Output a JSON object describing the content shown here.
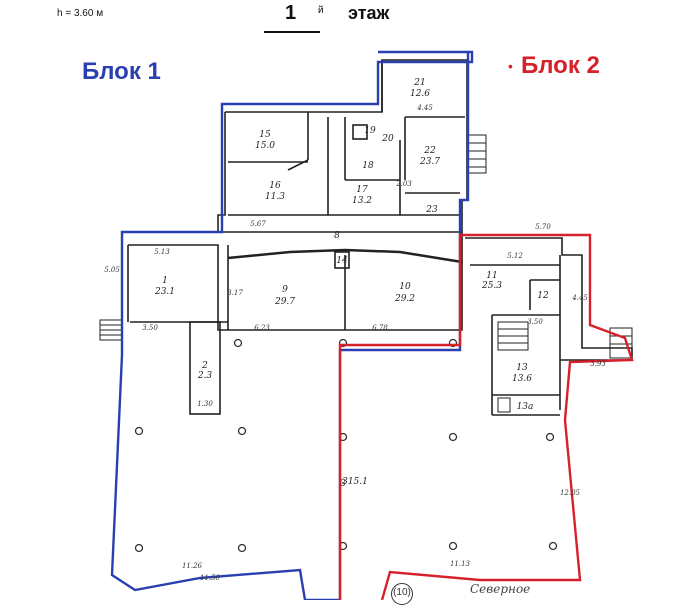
{
  "header": {
    "height_note": "h = 3.60 м",
    "floor_number": "1",
    "floor_suffix": "й",
    "floor_word": "этаж"
  },
  "blocks": {
    "block1": {
      "label": "Блок 1",
      "color": "#2a3fb0"
    },
    "block2": {
      "label": "Блок 2",
      "color": "#d6212b"
    }
  },
  "rooms": [
    {
      "id": "r21",
      "number": "21",
      "area": "12.6"
    },
    {
      "id": "r15",
      "number": "15",
      "area": "15.0"
    },
    {
      "id": "r22",
      "number": "22",
      "area": "23.7"
    },
    {
      "id": "r16",
      "number": "16",
      "area": "11.3"
    },
    {
      "id": "r17",
      "number": "17",
      "area": "13.2"
    },
    {
      "id": "r18",
      "number": "18",
      "area": ""
    },
    {
      "id": "r19",
      "number": "19",
      "area": ""
    },
    {
      "id": "r20",
      "number": "20",
      "area": ""
    },
    {
      "id": "r23",
      "number": "23",
      "area": ""
    },
    {
      "id": "r8",
      "number": "8",
      "area": ""
    },
    {
      "id": "r14",
      "number": "14",
      "area": ""
    },
    {
      "id": "r1",
      "number": "1",
      "area": "23.1"
    },
    {
      "id": "r9",
      "number": "9",
      "area": "29.7"
    },
    {
      "id": "r10",
      "number": "10",
      "area": "29.2"
    },
    {
      "id": "r11",
      "number": "11",
      "area": "25.3"
    },
    {
      "id": "r12",
      "number": "12",
      "area": ""
    },
    {
      "id": "r13",
      "number": "13",
      "area": "13.6"
    },
    {
      "id": "r13a",
      "number": "13а",
      "area": ""
    },
    {
      "id": "r2",
      "number": "2",
      "area": "2.3"
    },
    {
      "id": "r3",
      "number": "3",
      "area": ""
    }
  ],
  "hall_area": "315.1",
  "dimensions": [
    "4.45",
    "5.67",
    "5.13",
    "5.70",
    "5.12",
    "3.50",
    "6.23",
    "6.78",
    "3.93",
    "11.26",
    "11.50",
    "11.13",
    "12.05",
    "4.45",
    "5.05",
    "1.30",
    "3.50",
    "2.03",
    "3.17"
  ],
  "street": {
    "number": "(10)",
    "name": "Северное"
  }
}
